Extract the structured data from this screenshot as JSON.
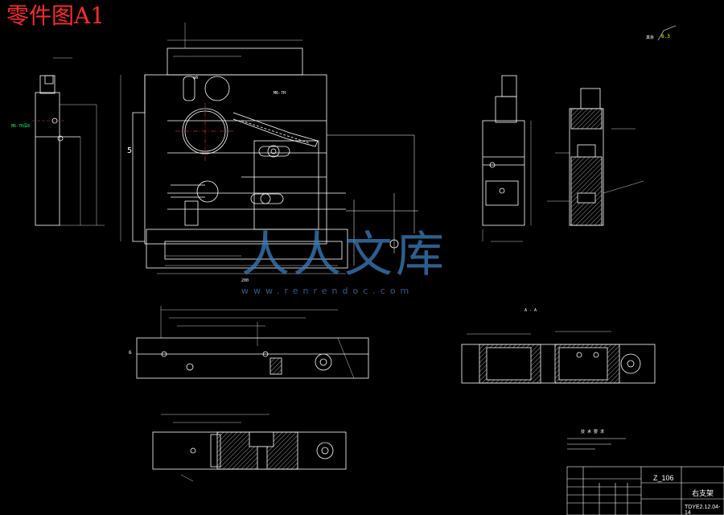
{
  "drawing_title": "零件图A1",
  "watermark": {
    "text": "人人文库",
    "url": "www.renrendoc.com"
  },
  "views": {
    "main_dim": "5",
    "section_label": "A - A",
    "roughness": "6.3",
    "green_note": "M6-7H深8"
  },
  "title_block": {
    "number": "Z_106",
    "part_name": "右支架",
    "code": "TDYE2.12.04-14",
    "requirements_heading": "技 术 要 求"
  },
  "colors": {
    "background": "#000000",
    "line": "#ffffff",
    "title": "#ff2a2a",
    "accent": "#ffff00",
    "dim": "#00ffff"
  }
}
